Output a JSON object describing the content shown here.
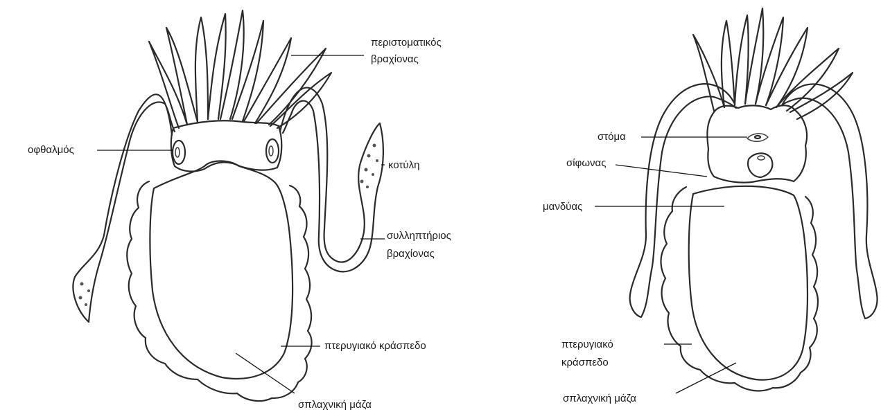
{
  "left_figure": {
    "labels": {
      "peristomal_arm_line1": "περιστοματικός",
      "peristomal_arm_line2": "βραχίονας",
      "eye": "οφθαλμός",
      "sucker": "κοτύλη",
      "tentacle_line1": "συλληπτήριος",
      "tentacle_line2": "βραχίονας",
      "fin": "πτερυγιακό κράσπεδο",
      "visceral_mass": "σπλαχνική μάζα"
    }
  },
  "right_figure": {
    "labels": {
      "mouth": "στόμα",
      "siphon": "σίφωνας",
      "mantle": "μανδύας",
      "fin_line1": "πτερυγιακό",
      "fin_line2": "κράσπεδο",
      "visceral_mass": "σπλαχνική μάζα"
    }
  },
  "colors": {
    "ink": "#2a2a2a",
    "background": "#ffffff"
  }
}
